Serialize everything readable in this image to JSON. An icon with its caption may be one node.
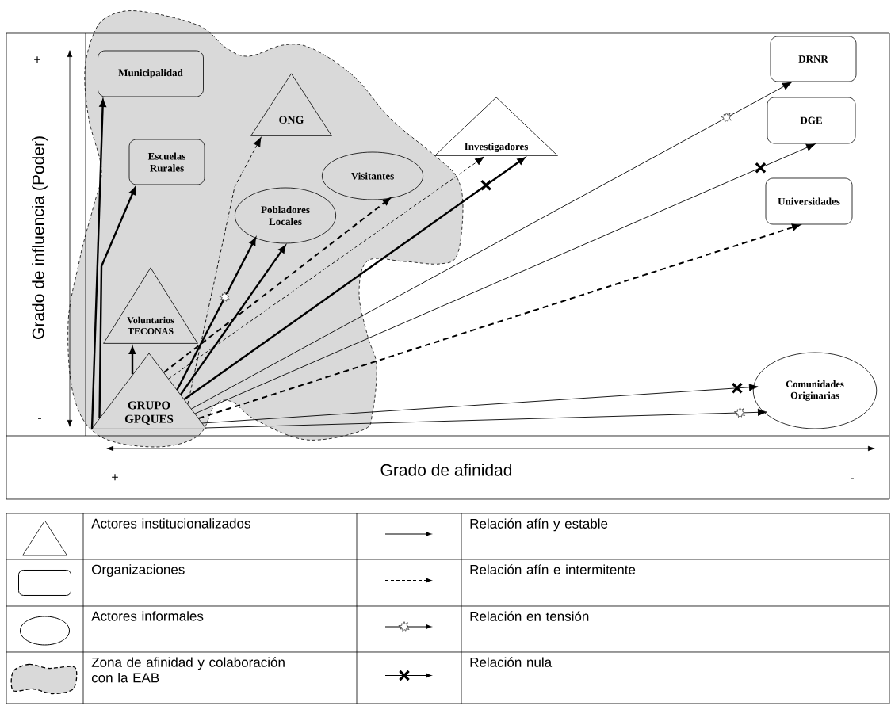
{
  "diagram": {
    "nodes": [
      {
        "text": [
          "Municipalidad"
        ]
      },
      {
        "text": [
          "ONG"
        ]
      },
      {
        "text": [
          "Escuelas Rurales"
        ]
      },
      {
        "text": [
          "Investigadores"
        ]
      },
      {
        "text": [
          "Visitantes"
        ]
      },
      {
        "text": [
          "Pobladores Locales"
        ]
      },
      {
        "text": [
          "Voluntarios TECONAS"
        ]
      },
      {
        "text": [
          "GRUPO GPQUES"
        ]
      },
      {
        "text": [
          "DRNR"
        ]
      },
      {
        "text": [
          "DGE"
        ]
      },
      {
        "text": [
          "Universidades"
        ]
      },
      {
        "text": [
          "Comunidades Originarias"
        ]
      }
    ],
    "edges": [
      {
        "from": 7,
        "to": 0,
        "arrow": "to"
      },
      {
        "from": 7,
        "to": 2,
        "arrow": "to"
      },
      {
        "from": 7,
        "to": 6,
        "arrow": "to"
      },
      {
        "from": 7,
        "to": 1,
        "arrow": "to",
        "style": "dashed"
      },
      {
        "from": 7,
        "to": 5,
        "arrow": "to"
      },
      {
        "from": 7,
        "to": 5,
        "arrow": "to"
      },
      {
        "from": 7,
        "to": 4,
        "arrow": "to",
        "style": "dashed"
      },
      {
        "from": 7,
        "to": 3,
        "arrow": "to",
        "style": "dashed"
      },
      {
        "from": 7,
        "to": 3,
        "arrow": "to"
      },
      {
        "from": 7,
        "to": 8,
        "arrow": "to"
      },
      {
        "from": 7,
        "to": 9,
        "arrow": "to"
      },
      {
        "from": 7,
        "to": 10,
        "arrow": "to",
        "style": "dashed"
      },
      {
        "from": 7,
        "to": 11,
        "arrow": "to"
      },
      {
        "from": 7,
        "to": 11,
        "arrow": "to"
      }
    ],
    "labels": [
      "+",
      "-",
      "Grado de influencia (Poder)",
      "Grado de afinidad",
      "+",
      "-"
    ],
    "legend": [
      {
        "text": "Actores institucionalizados"
      },
      {
        "text": "Relación afín y estable"
      },
      {
        "text": "Organizaciones"
      },
      {
        "text": "Relación afín e intermitente"
      },
      {
        "text": "Actores informales"
      },
      {
        "text": "Relación en tensión"
      },
      {
        "text": "Zona de afinidad y colaboración con la EAB"
      },
      {
        "text": "Relación nula"
      }
    ]
  }
}
